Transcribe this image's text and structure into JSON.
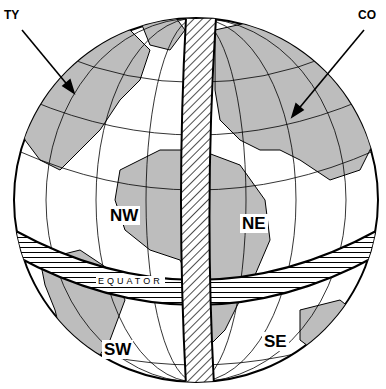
{
  "diagram": {
    "labels": [
      "TY",
      "CO",
      "NW",
      "NE",
      "SW",
      "SE",
      "EQUATOR"
    ]
  }
}
